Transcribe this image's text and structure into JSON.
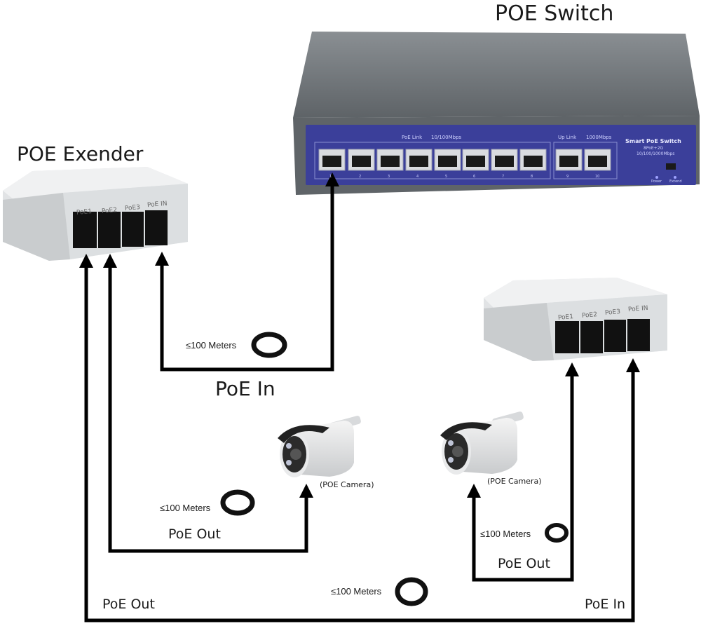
{
  "titles": {
    "switch": "POE Switch",
    "extender": "POE Exender"
  },
  "switch_panel": {
    "poe_link": "PoE Link",
    "speed_low": "10/100Mbps",
    "up_link": "Up Link",
    "speed_high": "1000Mbps",
    "product": "Smart PoE Switch",
    "spec1": "8PoE+2G",
    "spec2": "10/100/1000Mbps",
    "power": "Power",
    "extend": "Extend",
    "port_numbers": [
      "1",
      "2",
      "3",
      "4",
      "5",
      "6",
      "7",
      "8",
      "9",
      "10"
    ]
  },
  "extender_ports": [
    "PoE1",
    "PoE2",
    "PoE3",
    "PoE IN"
  ],
  "labels": {
    "poe_in_main": "PoE In",
    "poe_out_left": "PoE Out",
    "poe_out_bottom": "PoE Out",
    "poe_in_bottom": "PoE In",
    "poe_out_right": "PoE Out",
    "meters_1": "≤100 Meters",
    "meters_2": "≤100 Meters",
    "meters_3": "≤100 Meters",
    "meters_4": "≤100 Meters",
    "camera_1": "(POE Camera)",
    "camera_2": "(POE Camera)"
  },
  "colors": {
    "switch_body": "#6f7478",
    "switch_panel": "#3b3f9a",
    "extender_body": "#e6e8ea",
    "line": "#000000"
  }
}
